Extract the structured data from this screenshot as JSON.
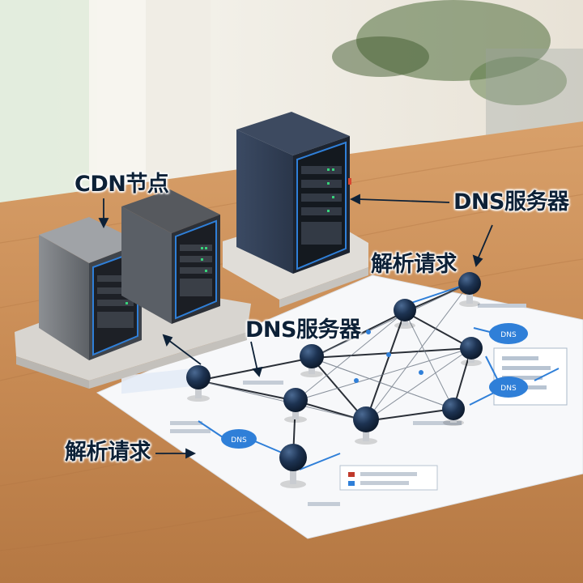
{
  "callouts": {
    "cdn_node": "CDN节点",
    "dns_server_right": "DNS服务器",
    "dns_server_center": "DNS服务器",
    "resolve_request_top": "解析请求",
    "resolve_request_left": "解析请求"
  },
  "sheet": {
    "tag_1": "DNS",
    "tag_2": "DNS",
    "tag_3": "DNS"
  },
  "colors": {
    "wood": "#c98e58",
    "label_text": "#0d2137",
    "node_ball": "#1d3352",
    "accent_blue": "#2f7fd8"
  }
}
